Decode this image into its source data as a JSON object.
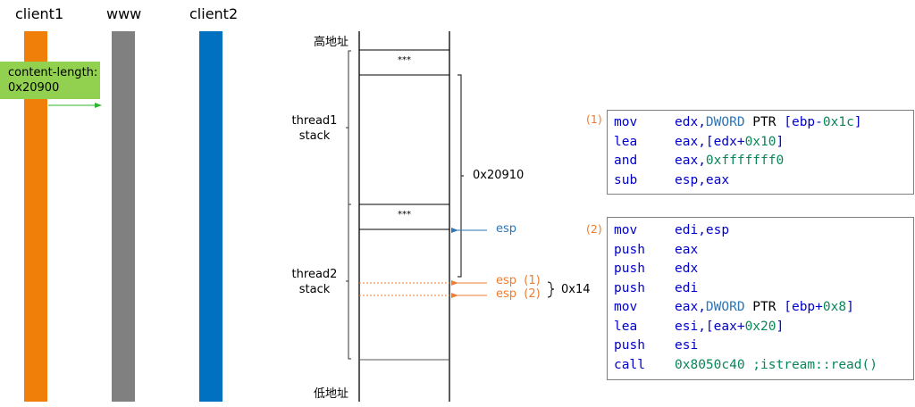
{
  "lanes": [
    {
      "label": "client1",
      "color": "#f07f09"
    },
    {
      "label": "www",
      "color": "#808080"
    },
    {
      "label": "client2",
      "color": "#0070c0"
    }
  ],
  "note": {
    "line1": "content-length:",
    "line2": "0x20900",
    "color": "#92d050"
  },
  "stack": {
    "high_label": "高地址",
    "low_label": "低地址",
    "cell_top_placeholder": "***",
    "cell_mid_placeholder": "***",
    "thread1_label_line1": "thread1",
    "thread1_label_line2": "stack",
    "thread2_label_line1": "thread2",
    "thread2_label_line2": "stack",
    "size_label": "0x20910",
    "esp_label": "esp",
    "esp1_label": "esp  (1)",
    "esp2_label": "esp  (2)",
    "delta_label": "0x14",
    "esp_color": "#2e75b6",
    "esp_step_color": "#ed7d31"
  },
  "code1": {
    "tag": "(1)",
    "lines": [
      {
        "op": "mov",
        "args": [
          {
            "t": "edx,",
            "c": "reg"
          },
          {
            "t": "DWORD",
            "c": "kw"
          },
          {
            "t": " PTR ",
            "c": "ptr"
          },
          {
            "t": "[ebp-",
            "c": "reg"
          },
          {
            "t": "0x1c",
            "c": "num"
          },
          {
            "t": "]",
            "c": "reg"
          }
        ]
      },
      {
        "op": "lea",
        "args": [
          {
            "t": "eax,[edx+",
            "c": "reg"
          },
          {
            "t": "0x10",
            "c": "num"
          },
          {
            "t": "]",
            "c": "reg"
          }
        ]
      },
      {
        "op": "and",
        "args": [
          {
            "t": "eax,",
            "c": "reg"
          },
          {
            "t": "0xfffffff0",
            "c": "num"
          }
        ]
      },
      {
        "op": "sub",
        "args": [
          {
            "t": "esp,eax",
            "c": "reg"
          }
        ]
      }
    ]
  },
  "code2": {
    "tag": "(2)",
    "lines": [
      {
        "op": "mov",
        "args": [
          {
            "t": "edi,esp",
            "c": "reg"
          }
        ]
      },
      {
        "op": "push",
        "args": [
          {
            "t": "eax",
            "c": "reg"
          }
        ]
      },
      {
        "op": "push",
        "args": [
          {
            "t": "edx",
            "c": "reg"
          }
        ]
      },
      {
        "op": "push",
        "args": [
          {
            "t": "edi",
            "c": "reg"
          }
        ]
      },
      {
        "op": "mov",
        "args": [
          {
            "t": "eax,",
            "c": "reg"
          },
          {
            "t": "DWORD",
            "c": "kw"
          },
          {
            "t": " PTR ",
            "c": "ptr"
          },
          {
            "t": "[ebp+",
            "c": "reg"
          },
          {
            "t": "0x8",
            "c": "num"
          },
          {
            "t": "]",
            "c": "reg"
          }
        ]
      },
      {
        "op": "lea",
        "args": [
          {
            "t": "esi,[eax+",
            "c": "reg"
          },
          {
            "t": "0x20",
            "c": "num"
          },
          {
            "t": "]",
            "c": "reg"
          }
        ]
      },
      {
        "op": "push",
        "args": [
          {
            "t": "esi",
            "c": "reg"
          }
        ]
      },
      {
        "op": "call",
        "args": [
          {
            "t": "0x8050c40 ;istream::read()",
            "c": "cm"
          }
        ]
      }
    ]
  }
}
